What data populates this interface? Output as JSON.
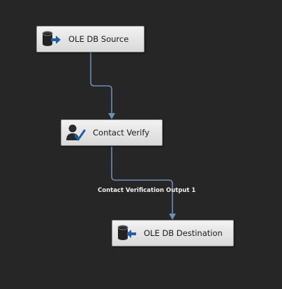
{
  "components": {
    "source": {
      "label": "OLE DB Source",
      "icon": "database-source-icon"
    },
    "verify": {
      "label": "Contact Verify",
      "icon": "user-verify-icon"
    },
    "destination": {
      "label": "OLE DB Destination",
      "icon": "database-destination-icon"
    }
  },
  "paths": {
    "verify_to_destination": {
      "label": "Contact Verification Output 1"
    }
  },
  "colors": {
    "canvas_background": "#262626",
    "connector": "#6f8db5",
    "label_text": "#f0f0f0",
    "arrow_blue": "#1e5fa8"
  }
}
